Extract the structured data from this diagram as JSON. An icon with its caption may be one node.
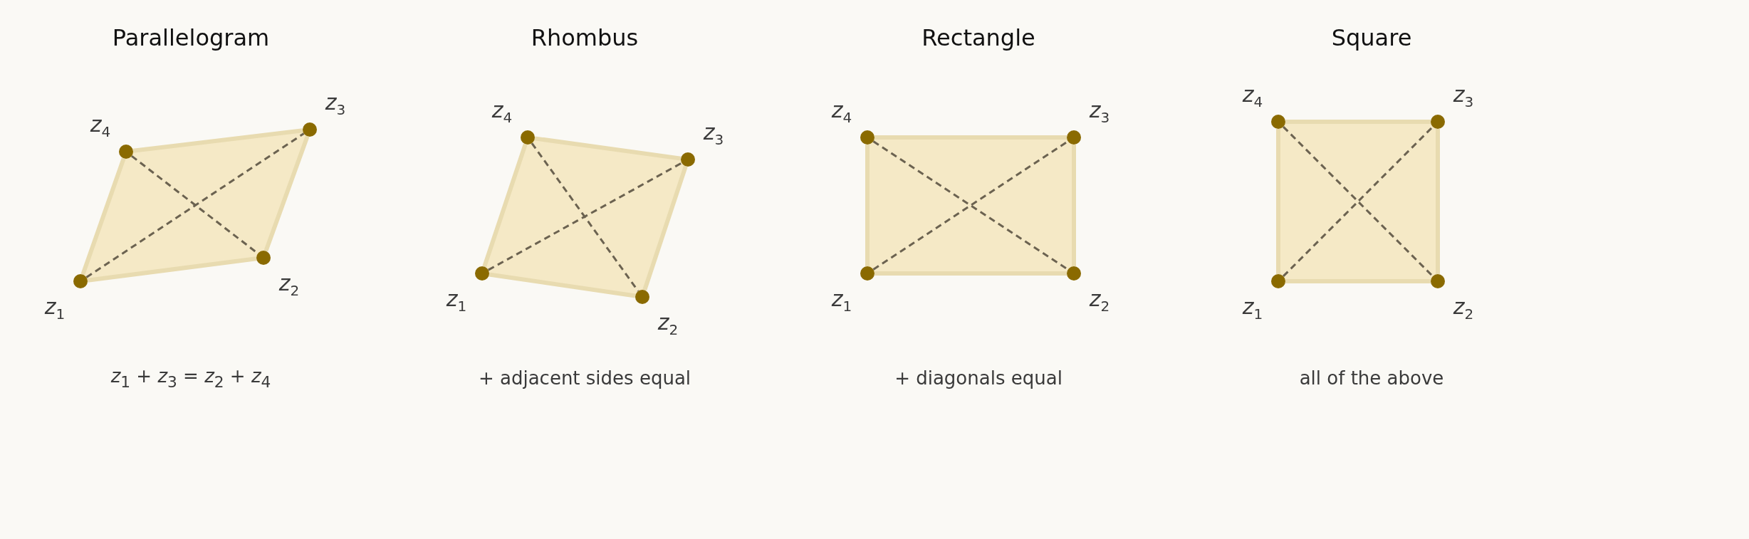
{
  "diagram": {
    "nodes": [
      {
        "text": [],
        "shape": "circle",
        "beside": [
          "z$_{1}$"
        ]
      },
      {
        "text": [],
        "shape": "circle",
        "beside": [
          "z$_{2}$"
        ]
      },
      {
        "text": [],
        "shape": "circle",
        "beside": [
          "z$_{3}$"
        ]
      },
      {
        "text": [],
        "shape": "circle",
        "beside": [
          "z$_{4}$"
        ]
      },
      {
        "text": [],
        "shape": "circle",
        "beside": [
          "z$_{1}$"
        ]
      },
      {
        "text": [],
        "shape": "circle",
        "beside": [
          "z$_{2}$"
        ]
      },
      {
        "text": [],
        "shape": "circle",
        "beside": [
          "z$_{3}$"
        ]
      },
      {
        "text": [],
        "shape": "circle",
        "beside": [
          "z$_{4}$"
        ]
      },
      {
        "text": [],
        "shape": "circle",
        "beside": [
          "z$_{1}$"
        ]
      },
      {
        "text": [],
        "shape": "circle",
        "beside": [
          "z$_{2}$"
        ]
      },
      {
        "text": [],
        "shape": "circle",
        "beside": [
          "z$_{3}$"
        ]
      },
      {
        "text": [],
        "shape": "circle",
        "beside": [
          "z$_{4}$"
        ]
      },
      {
        "text": [],
        "shape": "circle",
        "beside": [
          "z$_{1}$"
        ]
      },
      {
        "text": [],
        "shape": "circle",
        "beside": [
          "z$_{2}$"
        ]
      },
      {
        "text": [],
        "shape": "circle",
        "beside": [
          "z$_{3}$"
        ]
      },
      {
        "text": [],
        "shape": "circle",
        "beside": [
          "z$_{4}$"
        ]
      }
    ],
    "edges": [
      {
        "from": 0,
        "to": 1,
        "arrow": "none"
      },
      {
        "from": 1,
        "to": 2,
        "arrow": "none"
      },
      {
        "from": 2,
        "to": 3,
        "arrow": "none"
      },
      {
        "from": 3,
        "to": 0,
        "arrow": "none"
      },
      {
        "from": 0,
        "to": 2,
        "arrow": "none",
        "style": "dashed",
        "color": "#6b6250"
      },
      {
        "from": 3,
        "to": 1,
        "arrow": "none",
        "style": "dashed",
        "color": "#6b6250"
      },
      {
        "from": 4,
        "to": 5,
        "arrow": "none"
      },
      {
        "from": 5,
        "to": 6,
        "arrow": "none"
      },
      {
        "from": 6,
        "to": 7,
        "arrow": "none"
      },
      {
        "from": 7,
        "to": 4,
        "arrow": "none"
      },
      {
        "from": 4,
        "to": 6,
        "arrow": "none",
        "style": "dashed",
        "color": "#6b6250"
      },
      {
        "from": 7,
        "to": 5,
        "arrow": "none",
        "style": "dashed",
        "color": "#6b6250"
      },
      {
        "from": 8,
        "to": 9,
        "arrow": "none"
      },
      {
        "from": 9,
        "to": 10,
        "arrow": "none"
      },
      {
        "from": 10,
        "to": 11,
        "arrow": "none"
      },
      {
        "from": 11,
        "to": 8,
        "arrow": "none"
      },
      {
        "from": 8,
        "to": 10,
        "arrow": "none",
        "style": "dashed",
        "color": "#6b6250"
      },
      {
        "from": 11,
        "to": 9,
        "arrow": "none",
        "style": "dashed",
        "color": "#6b6250"
      },
      {
        "from": 12,
        "to": 13,
        "arrow": "none"
      },
      {
        "from": 13,
        "to": 14,
        "arrow": "none"
      },
      {
        "from": 14,
        "to": 15,
        "arrow": "none"
      },
      {
        "from": 15,
        "to": 12,
        "arrow": "none"
      },
      {
        "from": 12,
        "to": 14,
        "arrow": "none",
        "style": "dashed",
        "color": "#6b6250"
      },
      {
        "from": 15,
        "to": 13,
        "arrow": "none",
        "style": "dashed",
        "color": "#6b6250"
      }
    ],
    "labels": [
      "Parallelogram",
      "Rhombus",
      "Rectangle",
      "Square",
      "*z*$_{1}$ + *z*$_{3}$ = *z*$_{2}$ + *z*$_{4}$",
      "+ adjacent sides equal",
      "+ diagonals equal",
      "all of the above"
    ]
  }
}
